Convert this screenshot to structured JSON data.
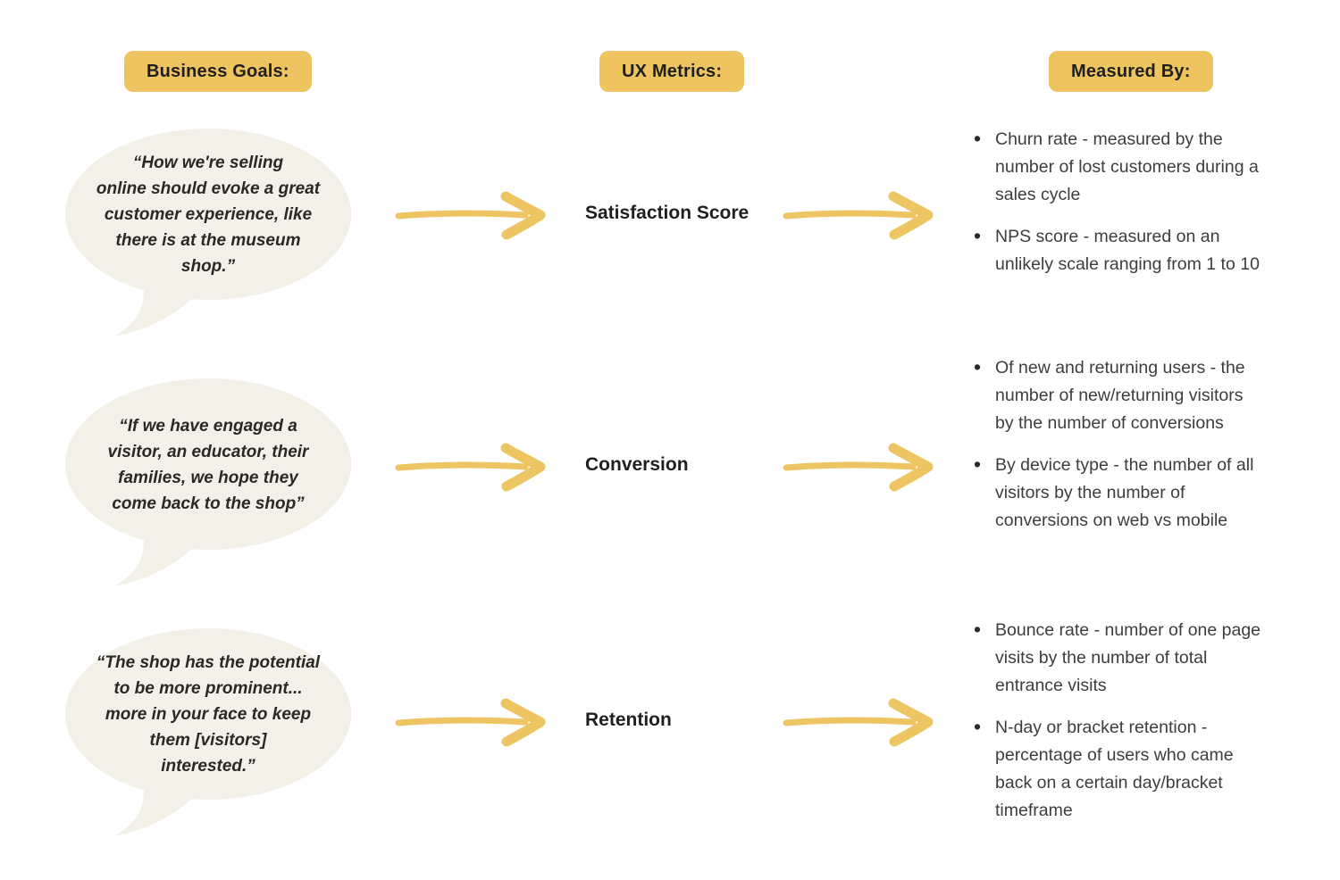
{
  "colors": {
    "accent_yellow": "#EDC45F",
    "arrow_yellow": "#EDC663",
    "bubble_cream": "#F2F0E7",
    "heading_ink": "#1F1F1F",
    "quote_ink": "#2A2725",
    "body_gray": "#3D3D3D"
  },
  "headers": {
    "business_goals": "Business Goals:",
    "ux_metrics": "UX Metrics:",
    "measured_by": "Measured By:"
  },
  "rows": [
    {
      "quote_lines": [
        "“How we're selling",
        "online should evoke a great",
        "customer experience, like",
        "there is at the museum",
        "shop.”"
      ],
      "metric": "Satisfaction Score",
      "bullets": [
        "Churn rate - measured by the number of lost customers during a sales cycle",
        "NPS score - measured on an unlikely scale ranging from 1 to 10"
      ]
    },
    {
      "quote_lines": [
        "“If we have engaged a",
        "visitor, an educator, their",
        "families, we hope they",
        "come back to the shop”"
      ],
      "metric": "Conversion",
      "bullets": [
        "Of new and returning users - the number of new/returning visitors by the number of conversions",
        "By device type - the number of all visitors by the number of conversions on web vs mobile"
      ]
    },
    {
      "quote_lines": [
        "“The shop has the potential",
        "to be more prominent...",
        "more in your face to keep",
        "them [visitors]",
        "interested.”"
      ],
      "metric": "Retention",
      "bullets": [
        "Bounce rate - number of one page visits by the number of total entrance visits",
        "N-day or bracket retention - percentage of users who came back on a certain day/bracket timeframe"
      ]
    }
  ]
}
